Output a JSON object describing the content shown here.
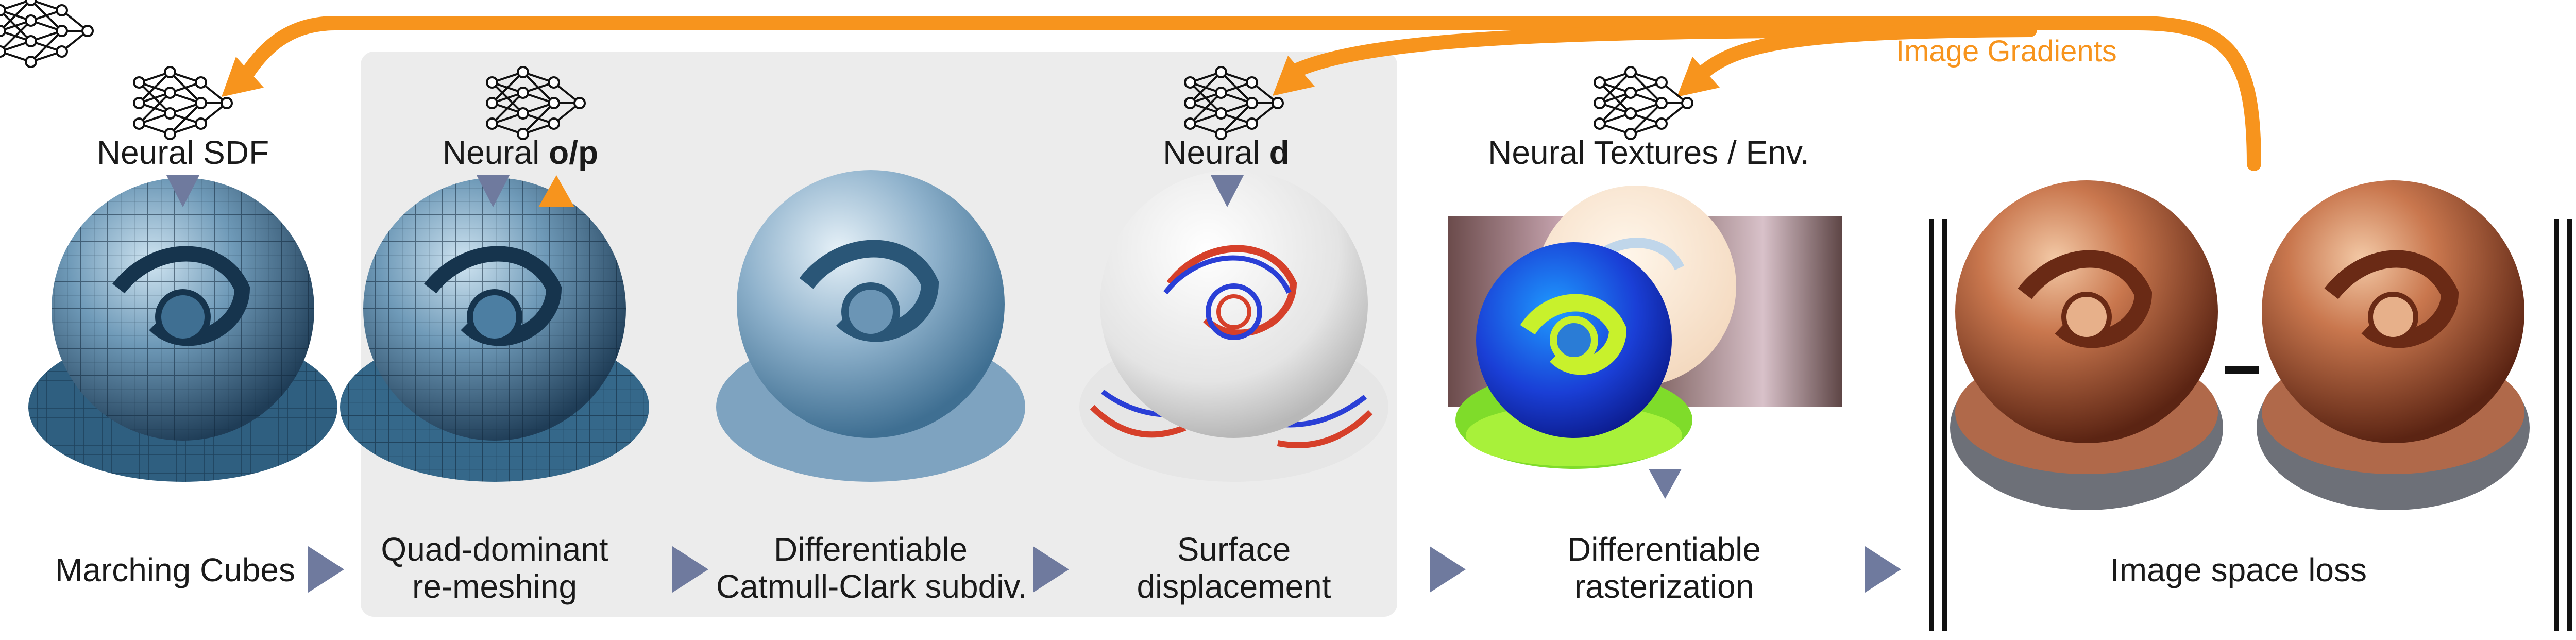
{
  "header_labels": {
    "neural_sdf": "Neural SDF",
    "neural_op_prefix": "Neural ",
    "neural_op_bold": "o/p",
    "neural_d_prefix": "Neural ",
    "neural_d_bold": "d",
    "neural_textures": "Neural Textures / Env."
  },
  "image_gradients": "Image Gradients",
  "steps": {
    "marching_cubes": "Marching Cubes",
    "quad_line1": "Quad-dominant",
    "quad_line2": "re-meshing",
    "cc_line1": "Differentiable",
    "cc_line2": "Catmull-Clark subdiv.",
    "disp_line1": "Surface",
    "disp_line2": "displacement",
    "raster_line1": "Differentiable",
    "raster_line2": "rasterization",
    "loss": "Image space loss"
  },
  "colors": {
    "gradient_arrow": "#f7941d",
    "flow_arrow": "#6f7a9e",
    "panel": "#ececec",
    "mesh_blue": "#3f6f92",
    "copper": "#9c4a2a"
  },
  "icons": [
    "neural-network-icon",
    "chevron-right-icon",
    "triangle-down-icon",
    "triangle-up-icon"
  ]
}
